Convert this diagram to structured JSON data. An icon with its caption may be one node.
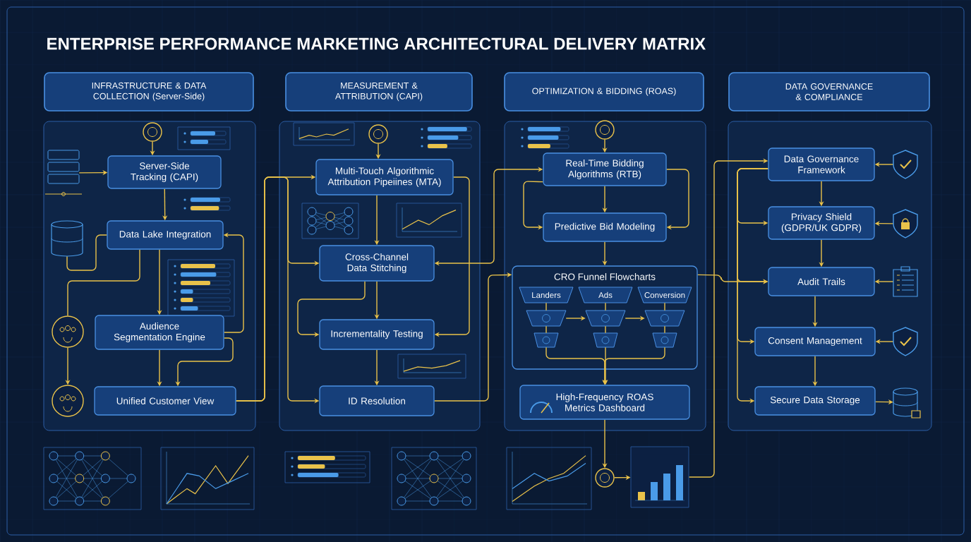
{
  "diagram": {
    "title": "ENTERPRISE PERFORMANCE MARKETING ARCHITECTURAL DELIVERY MATRIX",
    "nodes": [
      {
        "text": [
          "INFRASTRUCTURE & DATA COLLECTION (Server-Side)"
        ]
      },
      {
        "text": [
          "MEASUREMENT & ATTRIBUTION (CAPI)"
        ]
      },
      {
        "text": [
          "OPTIMIZATION & BIDDING (ROAS)"
        ]
      },
      {
        "text": [
          "DATA GOVERNANCE & COMPLIANCE"
        ]
      },
      {
        "text": [],
        "shape": "circle"
      },
      {
        "text": [],
        "shape": "server"
      },
      {
        "text": [
          "Server-Side Tracking (CAPI)"
        ]
      },
      {
        "text": [],
        "shape": "cylinder"
      },
      {
        "text": [
          "Data Lake Integration"
        ]
      },
      {
        "text": [
          "Audience Segmentation Engine"
        ]
      },
      {
        "text": [],
        "shape": "circle"
      },
      {
        "text": [],
        "shape": "circle"
      },
      {
        "text": [
          "Unified Customer View"
        ]
      },
      {
        "text": [],
        "shape": "circle"
      },
      {
        "text": [
          "Multi-Touch Algorithmic Attribution Pipeiines (MTA)"
        ]
      },
      {
        "text": [
          "Cross-Channel Data Stitching"
        ]
      },
      {
        "text": [
          "Incrementality Testing"
        ]
      },
      {
        "text": [
          "ID Resolution"
        ]
      },
      {
        "text": [],
        "shape": "circle"
      },
      {
        "text": [
          "Real-Time Bidding Algorithms (RTB)"
        ]
      },
      {
        "text": [
          "Predictive Bid Modeling"
        ]
      },
      {
        "text": [
          "CRO Funnel Flowcharts"
        ]
      },
      {
        "text": [
          "Landers"
        ],
        "in": 21
      },
      {
        "text": [
          "Ads"
        ],
        "in": 21
      },
      {
        "text": [
          "Conversion"
        ],
        "in": 21
      },
      {
        "text": [],
        "shape": "trapezoid",
        "in": 21
      },
      {
        "text": [],
        "shape": "trapezoid",
        "in": 21
      },
      {
        "text": [],
        "shape": "trapezoid",
        "in": 21
      },
      {
        "text": [],
        "shape": "trapezoid",
        "in": 21
      },
      {
        "text": [],
        "shape": "trapezoid",
        "in": 21
      },
      {
        "text": [],
        "shape": "trapezoid",
        "in": 21
      },
      {
        "text": [
          "High-Frequency ROAS Metrics Dashboard"
        ]
      },
      {
        "text": [],
        "shape": "circle"
      },
      {
        "text": [],
        "shape": "chart"
      },
      {
        "text": [
          "Data Governance Framework"
        ]
      },
      {
        "text": [
          "Privacy Shield (GDPR/UK GDPR)"
        ]
      },
      {
        "text": [
          "Audit Trails"
        ]
      },
      {
        "text": [
          "Consent Management"
        ]
      },
      {
        "text": [
          "Secure Data Storage"
        ]
      },
      {
        "text": [],
        "shape": "shield"
      },
      {
        "text": [],
        "shape": "shield"
      },
      {
        "text": [],
        "shape": "clipboard"
      },
      {
        "text": [],
        "shape": "shield"
      },
      {
        "text": [],
        "shape": "cylinder"
      }
    ],
    "edges": [
      {
        "from": 4,
        "to": 6,
        "arrow": "to"
      },
      {
        "from": 5,
        "to": 6,
        "arrow": "to"
      },
      {
        "from": 6,
        "to": 8,
        "arrow": "to"
      },
      {
        "from": 7,
        "to": 8,
        "arrow": "none"
      },
      {
        "from": 8,
        "to": 9,
        "arrow": "to"
      },
      {
        "from": 9,
        "to": 8,
        "arrow": "to"
      },
      {
        "from": 9,
        "to": 12,
        "arrow": "to"
      },
      {
        "from": 9,
        "to": 12,
        "arrow": "to"
      },
      {
        "from": 8,
        "to": 10,
        "arrow": "none"
      },
      {
        "from": 10,
        "to": 11,
        "arrow": "to"
      },
      {
        "from": 12,
        "to": 14,
        "arrow": "to"
      },
      {
        "from": 13,
        "to": 14,
        "arrow": "to"
      },
      {
        "from": 14,
        "to": 15,
        "arrow": "to"
      },
      {
        "from": 14,
        "to": 16,
        "arrow": "to"
      },
      {
        "from": 15,
        "to": 16,
        "arrow": "to"
      },
      {
        "from": 15,
        "to": 16,
        "arrow": "to"
      },
      {
        "from": 12,
        "to": 15,
        "arrow": "to"
      },
      {
        "from": 12,
        "to": 17,
        "arrow": "to"
      },
      {
        "from": 16,
        "to": 17,
        "arrow": "to"
      },
      {
        "from": 15,
        "to": 19,
        "arrow": "both"
      },
      {
        "from": 17,
        "to": 21,
        "arrow": "to"
      },
      {
        "from": 18,
        "to": 19,
        "arrow": "to"
      },
      {
        "from": 19,
        "to": 20,
        "arrow": "to"
      },
      {
        "from": 19,
        "to": 20,
        "arrow": "to"
      },
      {
        "from": 19,
        "to": 20,
        "arrow": "to"
      },
      {
        "from": 20,
        "to": 21,
        "arrow": "to"
      },
      {
        "from": 22,
        "to": 25,
        "arrow": "none"
      },
      {
        "from": 23,
        "to": 26,
        "arrow": "none"
      },
      {
        "from": 24,
        "to": 27,
        "arrow": "none"
      },
      {
        "from": 25,
        "to": 26,
        "arrow": "to"
      },
      {
        "from": 26,
        "to": 27,
        "arrow": "to"
      },
      {
        "from": 25,
        "to": 28,
        "arrow": "none"
      },
      {
        "from": 26,
        "to": 29,
        "arrow": "none"
      },
      {
        "from": 27,
        "to": 30,
        "arrow": "none"
      },
      {
        "from": 28,
        "to": 31,
        "arrow": "to"
      },
      {
        "from": 29,
        "to": 31,
        "arrow": "to"
      },
      {
        "from": 30,
        "to": 31,
        "arrow": "to"
      },
      {
        "from": 31,
        "to": 32,
        "arrow": "to"
      },
      {
        "from": 32,
        "to": 33,
        "arrow": "to"
      },
      {
        "from": 33,
        "to": 34,
        "arrow": "to"
      },
      {
        "from": 21,
        "to": 36,
        "arrow": "to"
      },
      {
        "from": 34,
        "to": 35,
        "arrow": "to"
      },
      {
        "from": 35,
        "to": 36,
        "arrow": "to"
      },
      {
        "from": 36,
        "to": 37,
        "arrow": "to"
      },
      {
        "from": 37,
        "to": 38,
        "arrow": "to"
      },
      {
        "from": 34,
        "to": 35,
        "arrow": "to"
      },
      {
        "from": 34,
        "to": 36,
        "arrow": "to"
      },
      {
        "from": 34,
        "to": 37,
        "arrow": "to"
      },
      {
        "from": 34,
        "to": 38,
        "arrow": "to"
      },
      {
        "from": 39,
        "to": 34,
        "arrow": "to"
      },
      {
        "from": 40,
        "to": 35,
        "arrow": "to"
      },
      {
        "from": 41,
        "to": 36,
        "arrow": "to"
      },
      {
        "from": 42,
        "to": 37,
        "arrow": "to"
      },
      {
        "from": 38,
        "to": 43,
        "arrow": "to"
      }
    ]
  }
}
